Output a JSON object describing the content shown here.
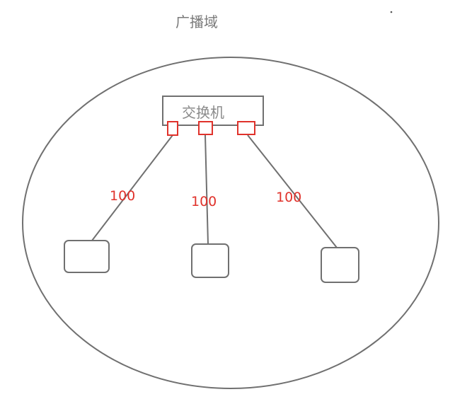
{
  "title": "广播域",
  "switch": {
    "label": "交换机"
  },
  "links": [
    {
      "bandwidth": "100"
    },
    {
      "bandwidth": "100"
    },
    {
      "bandwidth": "100"
    }
  ],
  "colors": {
    "outline": "#707070",
    "port": "#e0322b",
    "bandwidth_text": "#e0322b",
    "title_text": "#7a7a7a",
    "switch_text": "#8a8a8a"
  }
}
